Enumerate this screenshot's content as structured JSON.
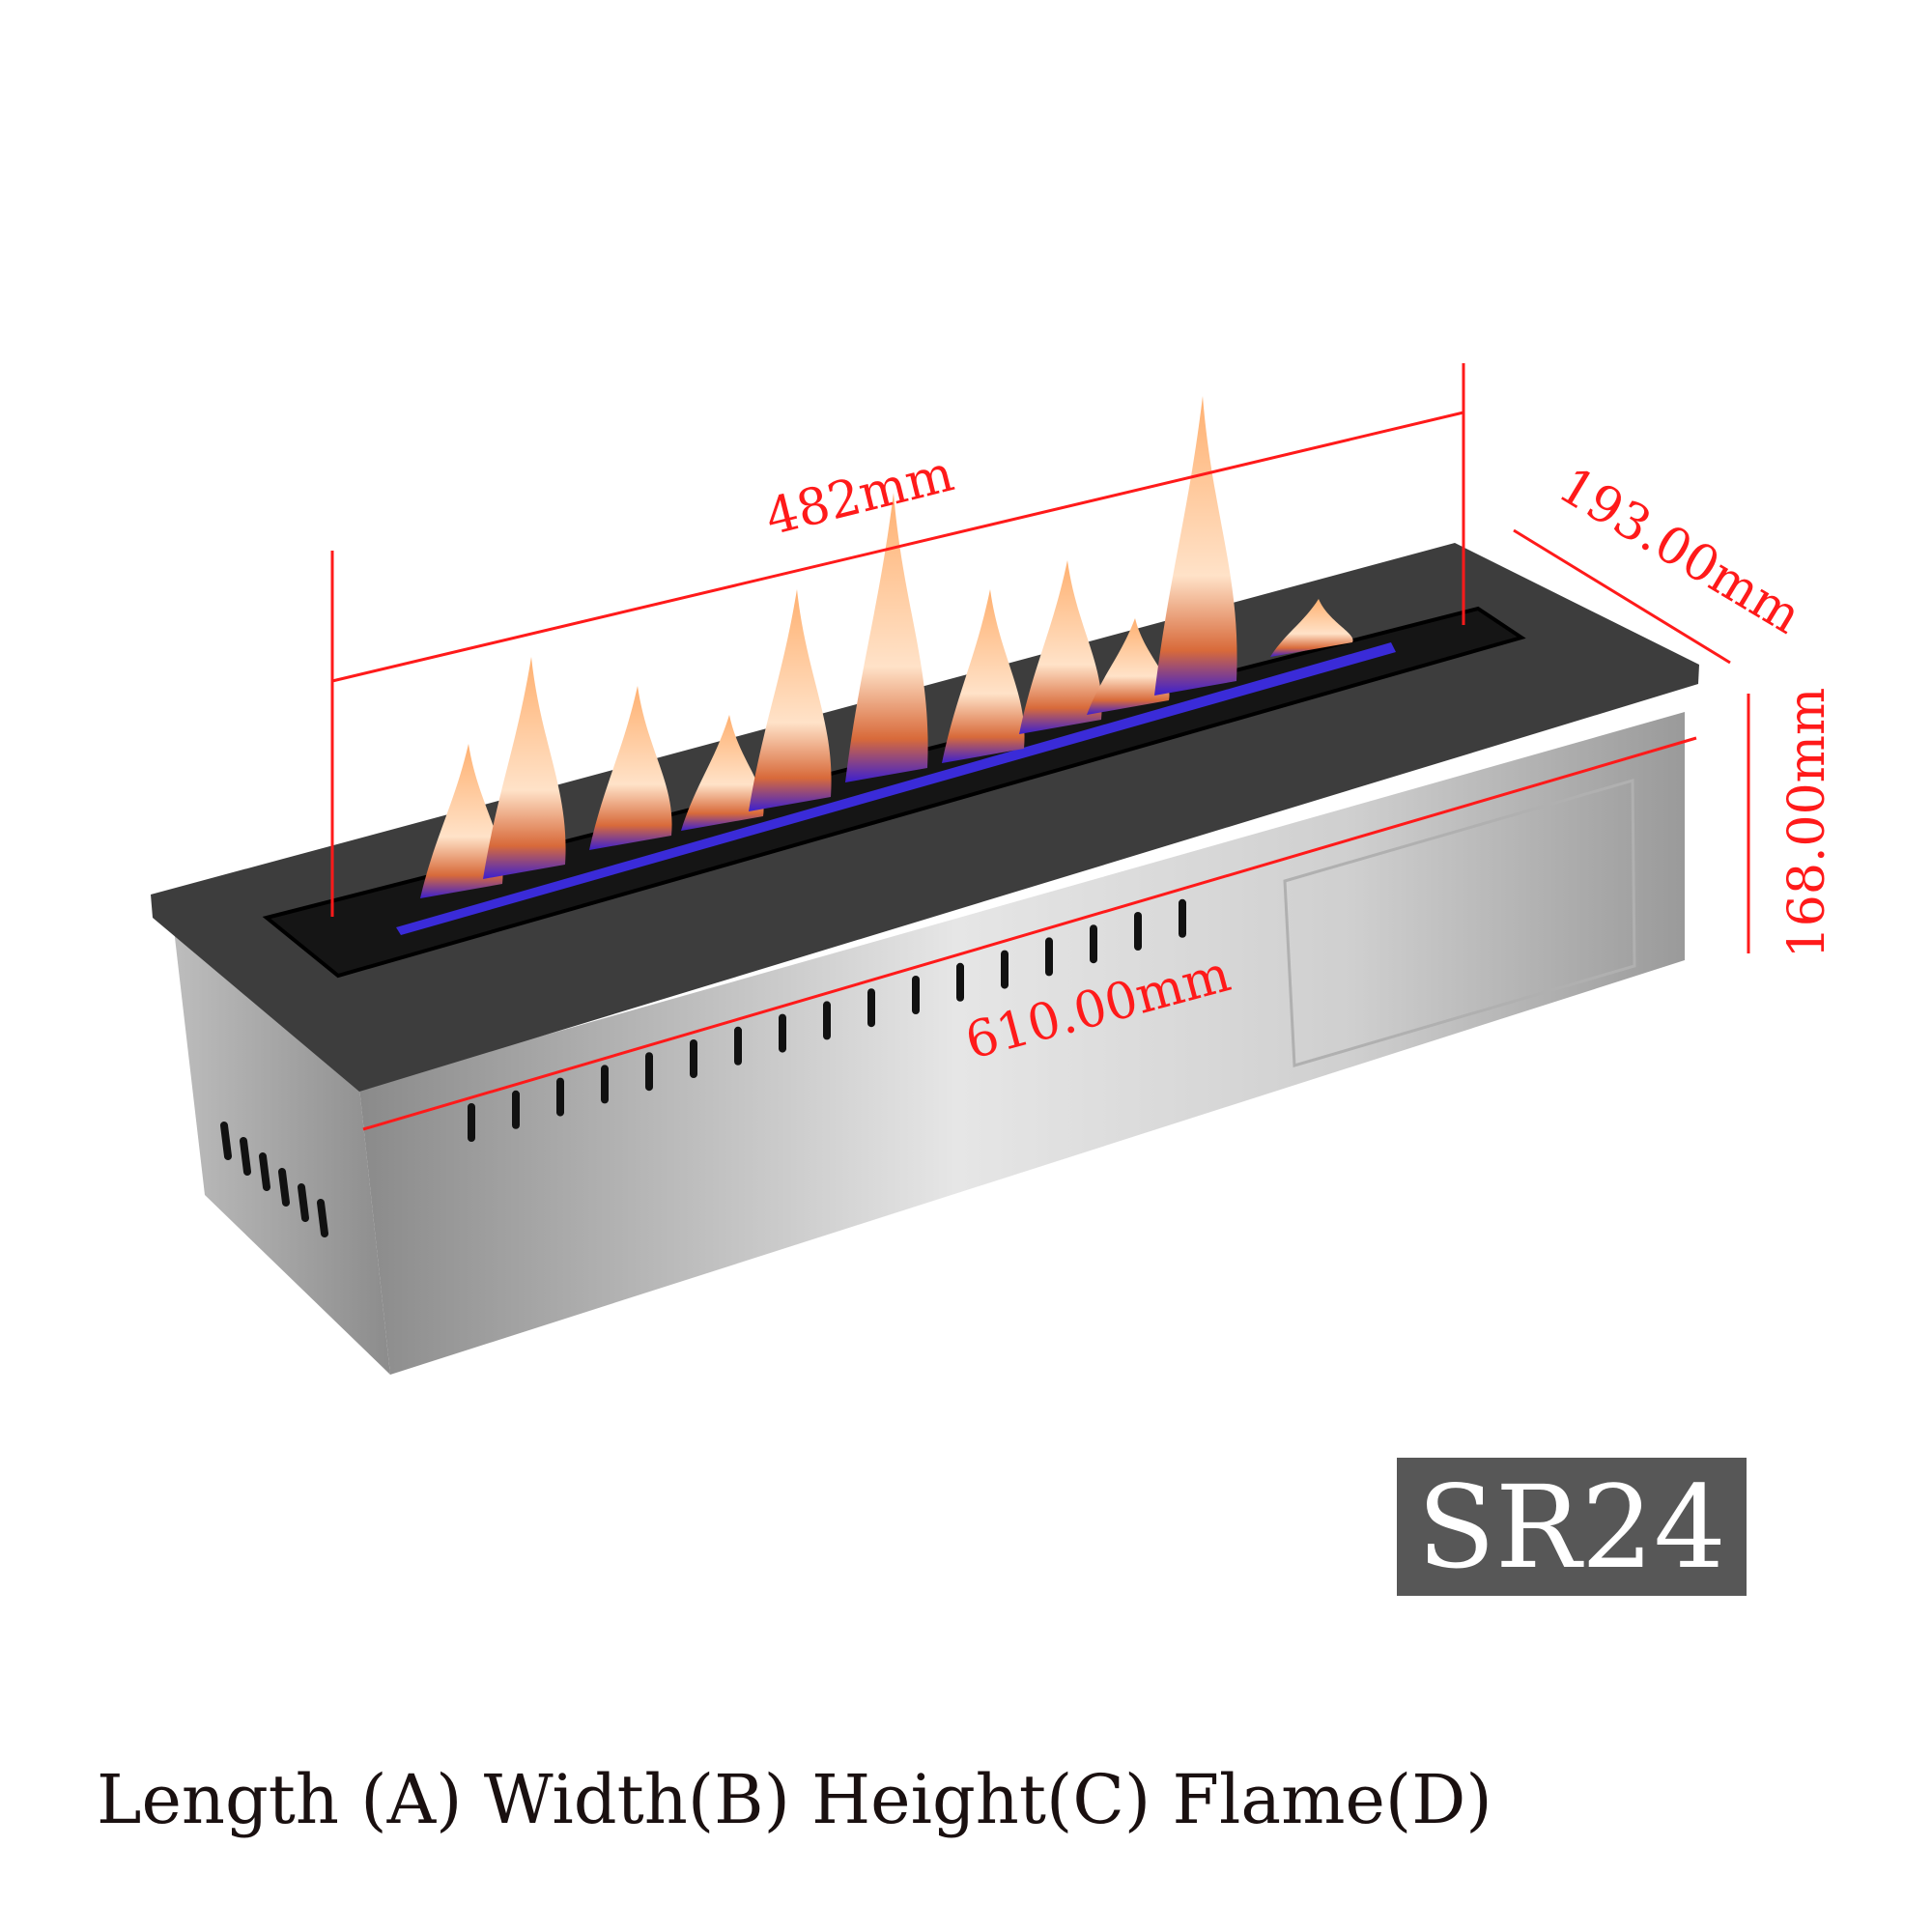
{
  "dimensions": {
    "flame_length": "482mm",
    "width": "193.00mm",
    "height": "168.00mm",
    "length": "610.00mm"
  },
  "model": "SR24",
  "caption": "Length (A) Width(B) Height(C) Flame(D)",
  "colors": {
    "dimension_line": "#ff1a1a",
    "model_badge": "#575757",
    "top_plate": "#3a3a3a",
    "body": "#c8c8c8"
  }
}
